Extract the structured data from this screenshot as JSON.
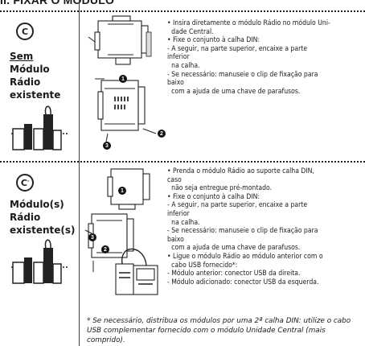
{
  "header": {
    "title": "II. Fixar o Módulo"
  },
  "case_c": {
    "badge": "C",
    "title_line1": "Sem",
    "title_line2": "Módulo",
    "title_line3": "Rádio",
    "title_line4": "existente",
    "steps": [
      "• Insira diretamente o módulo Rádio no módulo Uni-",
      "dade Central.",
      "• Fixe o conjunto à calha DIN:",
      "- A seguir, na parte superior, encaixe a parte inferior",
      "na calha.",
      "- Se necessário: manuseie o clip de fixação para baixo",
      "com a ajuda de uma chave de parafusos."
    ],
    "markers": [
      "1",
      "2",
      "3"
    ]
  },
  "case_c_prime": {
    "badge": "C",
    "badge_sup": "'",
    "title_line1": "Módulo(s)",
    "title_line2": "Rádio",
    "title_line3": "existente(s)",
    "steps": [
      "• Prenda o módulo Rádio ao suporte calha DIN, caso",
      "não seja entregue pré-montado.",
      "• Fixe o conjunto à calha DIN:",
      "- A seguir, na parte superior, encaixe a parte inferior",
      "na calha.",
      "- Se necessário: manuseie o clip de fixação para baixo",
      "com a ajuda de uma chave de parafusos.",
      "• Ligue o módulo Rádio ao módulo anterior com o",
      "cabo USB fornecido*:",
      "- Módulo anterior: conector USB da direita.",
      "- Módulo adicionado: conector USB da esquerda."
    ],
    "markers": [
      "1",
      "2",
      "3"
    ],
    "note_line1": "* Se necessário, distribua os módulos por uma 2ª calha DIN: utilize o cabo",
    "note_line2": "USB complementar fornecido com o módulo Unidade Central (mais comprido)."
  }
}
